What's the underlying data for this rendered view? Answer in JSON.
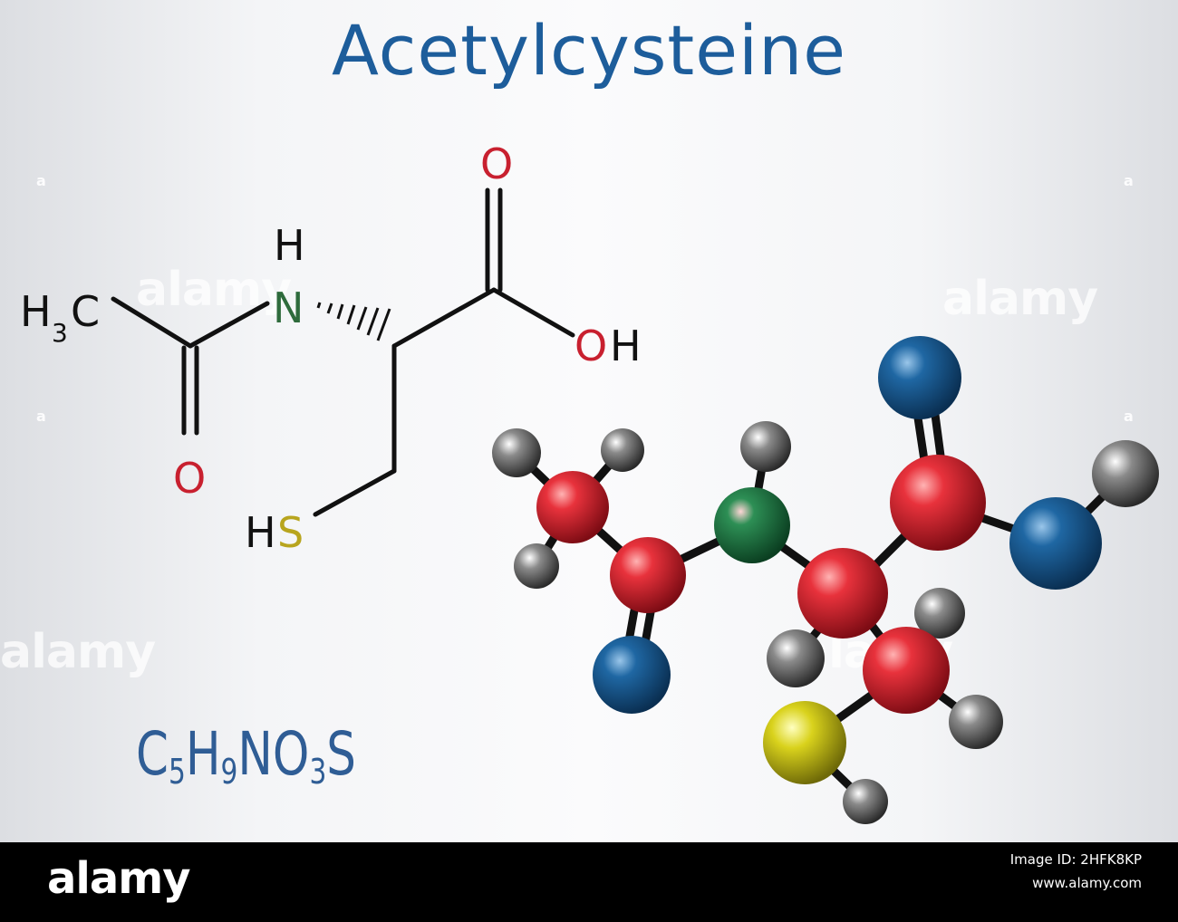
{
  "title": "Acetylcysteine",
  "formula": {
    "c": "C",
    "c_n": "5",
    "h": "H",
    "h_n": "9",
    "n": "N",
    "o": "O",
    "o_n": "3",
    "s": "S"
  },
  "structure_labels": {
    "h3c_h": "H",
    "h3c_3": "3",
    "h3c_c": "C",
    "n": "N",
    "n_h": "H",
    "o_amide": "O",
    "o_top": "O",
    "oh_o": "O",
    "oh_h": "H",
    "hs_h": "H",
    "hs_s": "S"
  },
  "colors": {
    "title": "#1d5d9b",
    "oxygen": "#c8202f",
    "nitrogen": "#2e6b3c",
    "sulfur": "#b8a51e",
    "ball_red": "#d11f2a",
    "ball_blue": "#1a5a8c",
    "ball_green": "#1f7a44",
    "ball_gray": "#6b6b6b",
    "ball_yellow": "#c9c21a"
  },
  "watermark": "alamy",
  "footer": {
    "logo": "alamy",
    "image_id": "Image ID: 2HFK8KP",
    "site": "www.alamy.com"
  }
}
